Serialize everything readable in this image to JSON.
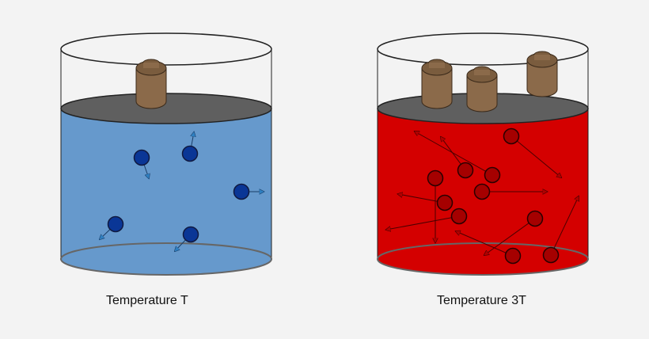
{
  "left_panel": {
    "caption": "Temperature T",
    "liquid_color": "#6699cc",
    "particle_color": "#0a3696",
    "arrow_color": "#2f7fc0",
    "weight_count": 1
  },
  "right_panel": {
    "caption": "Temperature 3T",
    "liquid_color": "#d40000",
    "particle_color": "#a50000",
    "arrow_color": "#8a0000",
    "weight_count": 3
  },
  "common": {
    "lid_color": "#5f5f5f",
    "weight_color": "#8b6a4a",
    "outline_color": "#222222"
  }
}
